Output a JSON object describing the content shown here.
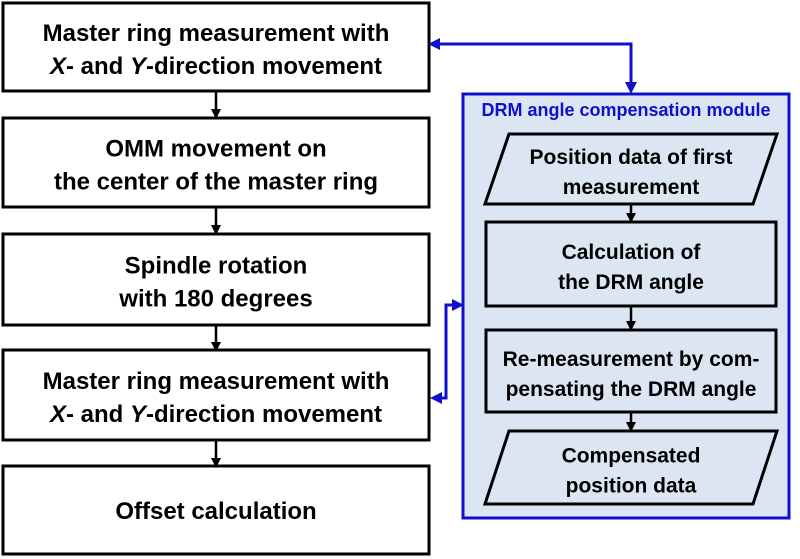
{
  "main_flow": [
    {
      "line1": [
        "Master ring measurement with"
      ],
      "line2": [
        {
          "t": "X",
          "i": true
        },
        {
          "t": "- and ",
          "i": false
        },
        {
          "t": "Y",
          "i": true
        },
        {
          "t": "-direction movement",
          "i": false
        }
      ]
    },
    {
      "line1": [
        "OMM movement on"
      ],
      "line2": [
        {
          "t": "the center of the master ring",
          "i": false
        }
      ]
    },
    {
      "line1": [
        "Spindle rotation"
      ],
      "line2": [
        {
          "t": "with 180 degrees",
          "i": false
        }
      ]
    },
    {
      "line1": [
        "Master ring measurement with"
      ],
      "line2": [
        {
          "t": "X",
          "i": true
        },
        {
          "t": "- and ",
          "i": false
        },
        {
          "t": "Y",
          "i": true
        },
        {
          "t": "-direction movement",
          "i": false
        }
      ]
    },
    {
      "line1": [
        "Offset calculation"
      ],
      "line2": []
    }
  ],
  "module": {
    "title": "DRM angle compensation module",
    "steps": [
      {
        "shape": "parallelogram",
        "lines": [
          "Position data of first",
          "measurement"
        ]
      },
      {
        "shape": "rect",
        "lines": [
          "Calculation of",
          "the DRM angle"
        ]
      },
      {
        "shape": "rect",
        "lines": [
          "Re-measurement by com-",
          "pensating the DRM angle"
        ]
      },
      {
        "shape": "parallelogram",
        "lines": [
          "Compensated",
          "position data"
        ]
      }
    ]
  },
  "colors": {
    "module_border": "#1010cc",
    "module_fill": "#dce6f2",
    "connector": "#1010cc",
    "box_border": "#000000"
  }
}
